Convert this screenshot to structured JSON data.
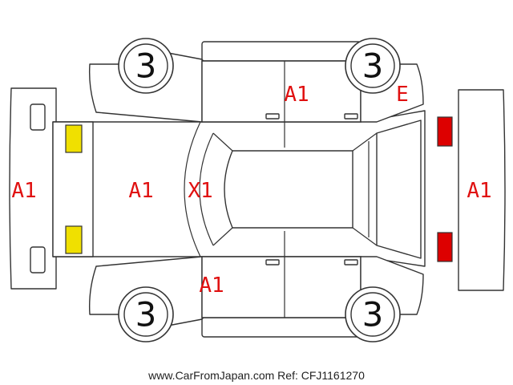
{
  "colors": {
    "code": "#e01010",
    "lamp_front": "#f0e000",
    "lamp_rear": "#dd0000",
    "line": "#333333"
  },
  "wheels": [
    {
      "id": "front-left",
      "label": "3"
    },
    {
      "id": "rear-left",
      "label": "3"
    },
    {
      "id": "front-right",
      "label": "3"
    },
    {
      "id": "rear-right",
      "label": "3"
    }
  ],
  "codes": {
    "front_bumper": "A1",
    "hood": "A1",
    "windshield": "X1",
    "left_doors": "A1",
    "right_rear_fender": "E",
    "right_doors": "A1",
    "rear_bumper": "A1"
  },
  "footer": "www.CarFromJapan.com Ref: CFJ1161270"
}
